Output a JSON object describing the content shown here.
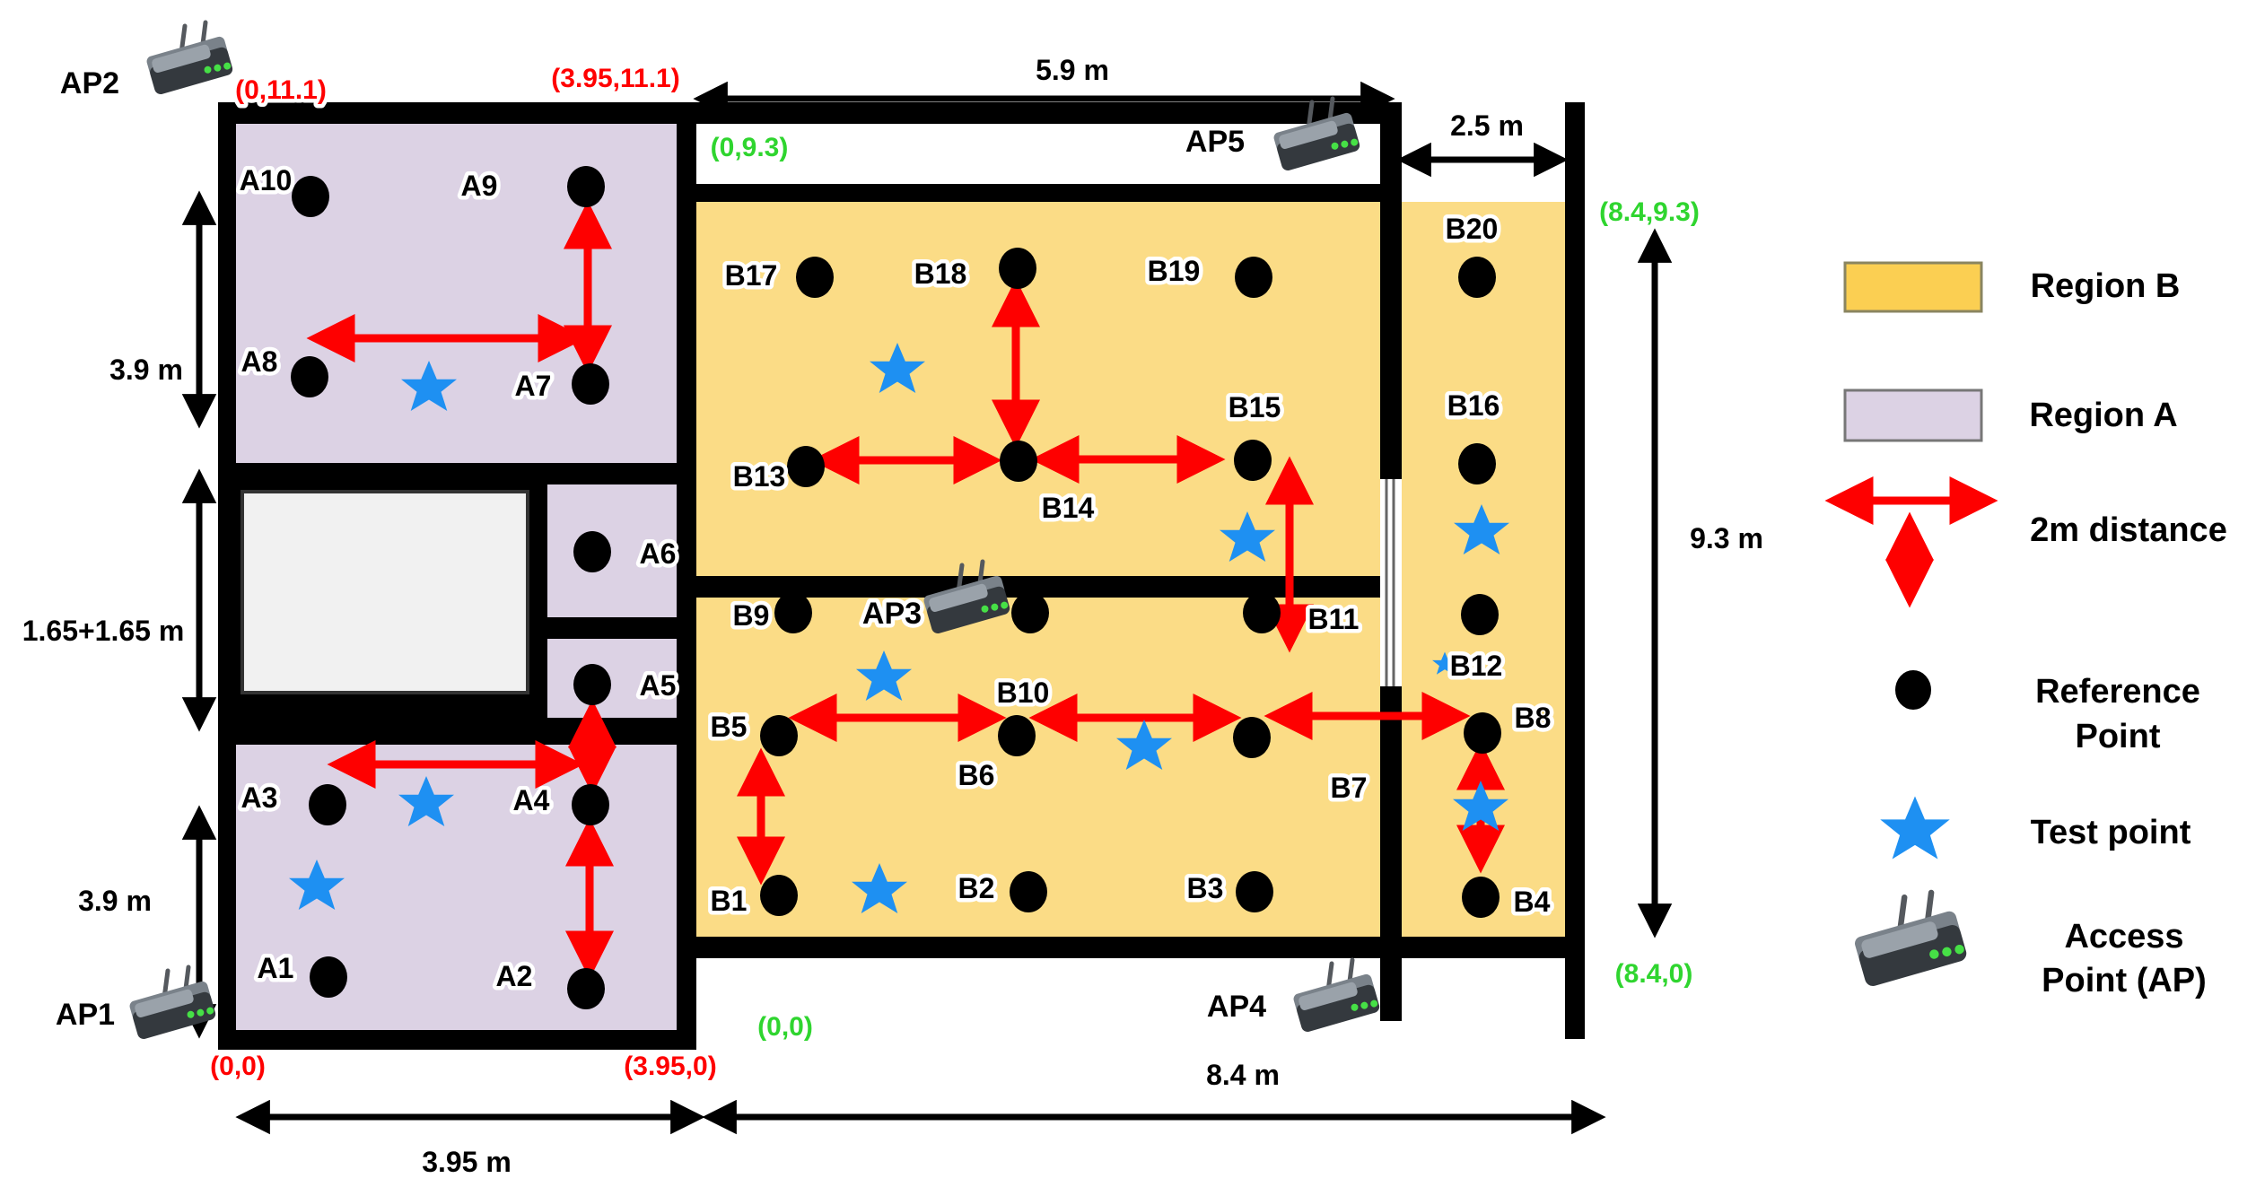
{
  "region_a": {
    "points": {
      "a1": "A1",
      "a2": "A2",
      "a3": "A3",
      "a4": "A4",
      "a5": "A5",
      "a6": "A6",
      "a7": "A7",
      "a8": "A8",
      "a9": "A9",
      "a10": "A10"
    },
    "coords": {
      "bottom_left": "(0,0)",
      "bottom_right": "(3.95,0)",
      "top_left": "(0,11.1)",
      "top_right": "(3.95,11.1)"
    },
    "dims": {
      "upper_height": "3.9 m",
      "middle_height": "1.65+1.65 m",
      "lower_height": "3.9 m",
      "width": "3.95 m"
    }
  },
  "region_b": {
    "points": {
      "b1": "B1",
      "b2": "B2",
      "b3": "B3",
      "b4": "B4",
      "b5": "B5",
      "b6": "B6",
      "b7": "B7",
      "b8": "B8",
      "b9": "B9",
      "b10": "B10",
      "b11": "B11",
      "b12": "B12",
      "b13": "B13",
      "b14": "B14",
      "b15": "B15",
      "b16": "B16",
      "b17": "B17",
      "b18": "B18",
      "b19": "B19",
      "b20": "B20"
    },
    "coords": {
      "bottom_left": "(0,0)",
      "top_left": "(0,9.3)",
      "top_right": "(8.4,9.3)",
      "bottom_right": "(8.4,0)"
    },
    "dims": {
      "top_corridor_width": "5.9 m",
      "right_corridor_width": "2.5 m",
      "height": "9.3 m",
      "width": "8.4 m"
    }
  },
  "access_points": {
    "ap1": "AP1",
    "ap2": "AP2",
    "ap3": "AP3",
    "ap4": "AP4",
    "ap5": "AP5"
  },
  "legend": {
    "region_b_label": "Region B",
    "region_a_label": "Region A",
    "distance_label": "2m distance",
    "reference_point_line1": "Reference",
    "reference_point_line2": "Point",
    "test_point_label": "Test point",
    "access_point_line1": "Access",
    "access_point_line2": "Point (AP)"
  },
  "colors": {
    "region_b_fill": "#FBDC86",
    "region_b_swatch": "#FBCF52",
    "region_a_fill": "#DCD2E4",
    "arrow_red": "#FE0000",
    "coord_red": "#FF0000",
    "coord_green": "#2FD52F",
    "test_point_blue": "#1E90F2",
    "wall_black": "#000000"
  }
}
